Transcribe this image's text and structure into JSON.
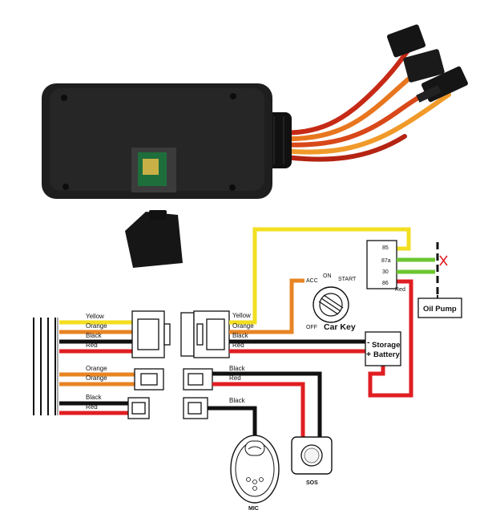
{
  "harness_left": {
    "main_connector": [
      "Yellow",
      "Orange",
      "Black",
      "Red"
    ],
    "io_connector": [
      "Orange",
      "Orange"
    ],
    "power_connector": [
      "Black",
      "Red"
    ]
  },
  "harness_right": {
    "main_connector": [
      "Yellow",
      "Orange",
      "Black",
      "Red"
    ],
    "mic_connector": [
      "Black",
      "Red"
    ],
    "sos_connector": [
      "Black"
    ]
  },
  "ignition": {
    "positions": [
      "ACC",
      "ON",
      "START",
      "OFF"
    ],
    "label": "Car Key"
  },
  "battery": {
    "label_line1": "Storage",
    "label_line2": "Battery",
    "minus": "-",
    "plus": "+"
  },
  "relay": {
    "pins": [
      "85",
      "87a",
      "30",
      "86"
    ],
    "wire_label": "Red"
  },
  "oil_pump": {
    "label": "Oil Pump"
  },
  "sos": {
    "label": "SOS"
  },
  "mic": {
    "label": "MIC"
  },
  "colors": {
    "yellow": "#f2df20",
    "orange": "#e88424",
    "black": "#111111",
    "red": "#e01e22",
    "green": "#6cc631",
    "device_body": "#1e1e1e"
  }
}
